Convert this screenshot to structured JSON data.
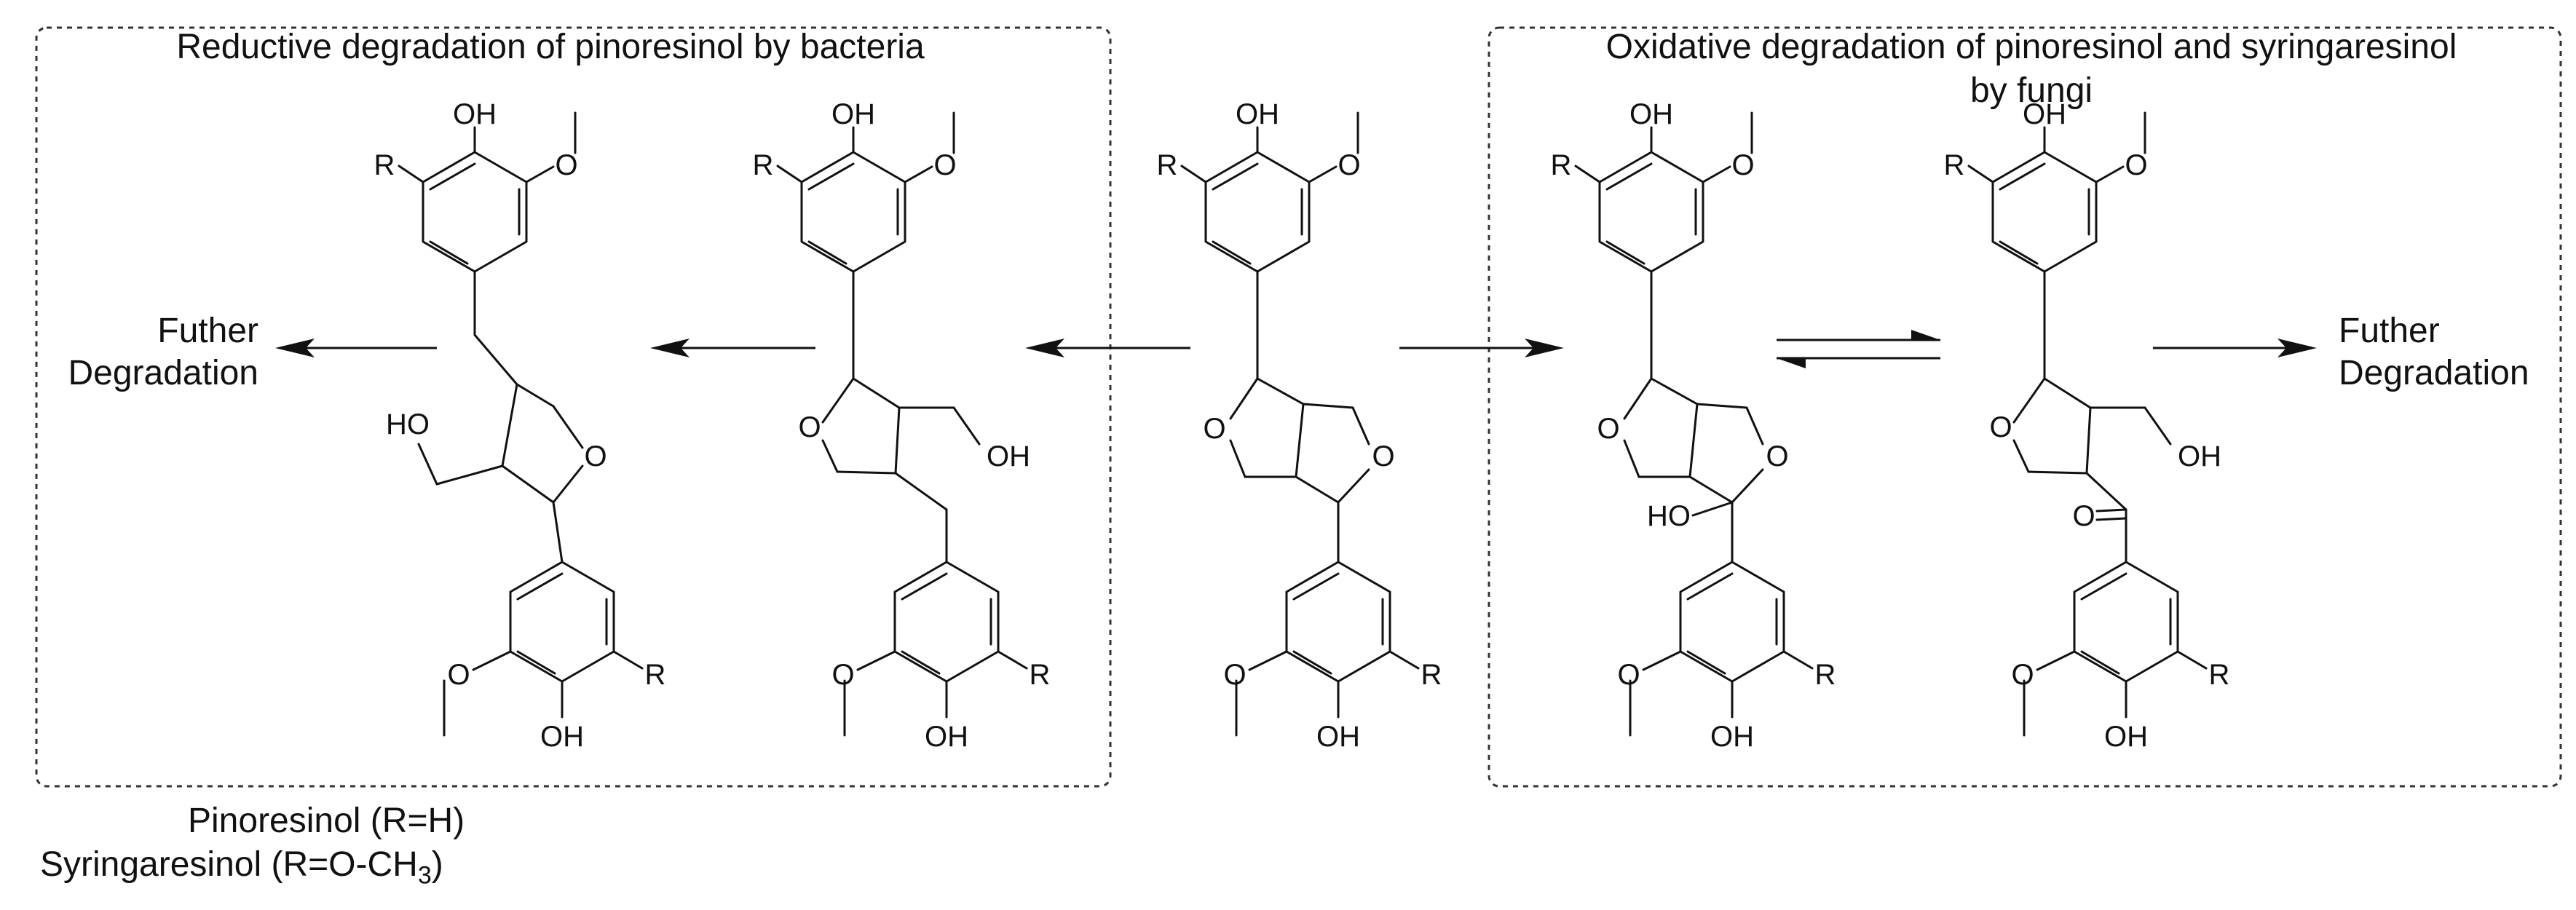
{
  "panels": {
    "left_title": "Reductive degradation of pinoresinol by bacteria",
    "right_title_line1": "Oxidative degradation of pinoresinol and syringaresinol",
    "right_title_line2": "by fungi"
  },
  "side_labels": {
    "left_line1": "Futher",
    "left_line2": "Degradation",
    "right_line1": "Futher",
    "right_line2": "Degradation"
  },
  "atoms": {
    "OH": "OH",
    "HO": "HO",
    "R": "R",
    "O": "O"
  },
  "captions": {
    "pinoresinol": "Pinoresinol (R=H)",
    "syringaresinol_prefix": "Syringaresinol (R=O-CH",
    "syringaresinol_sub": "3",
    "syringaresinol_suffix": ")"
  },
  "colors": {
    "line": "#111111",
    "box": "#333333"
  }
}
